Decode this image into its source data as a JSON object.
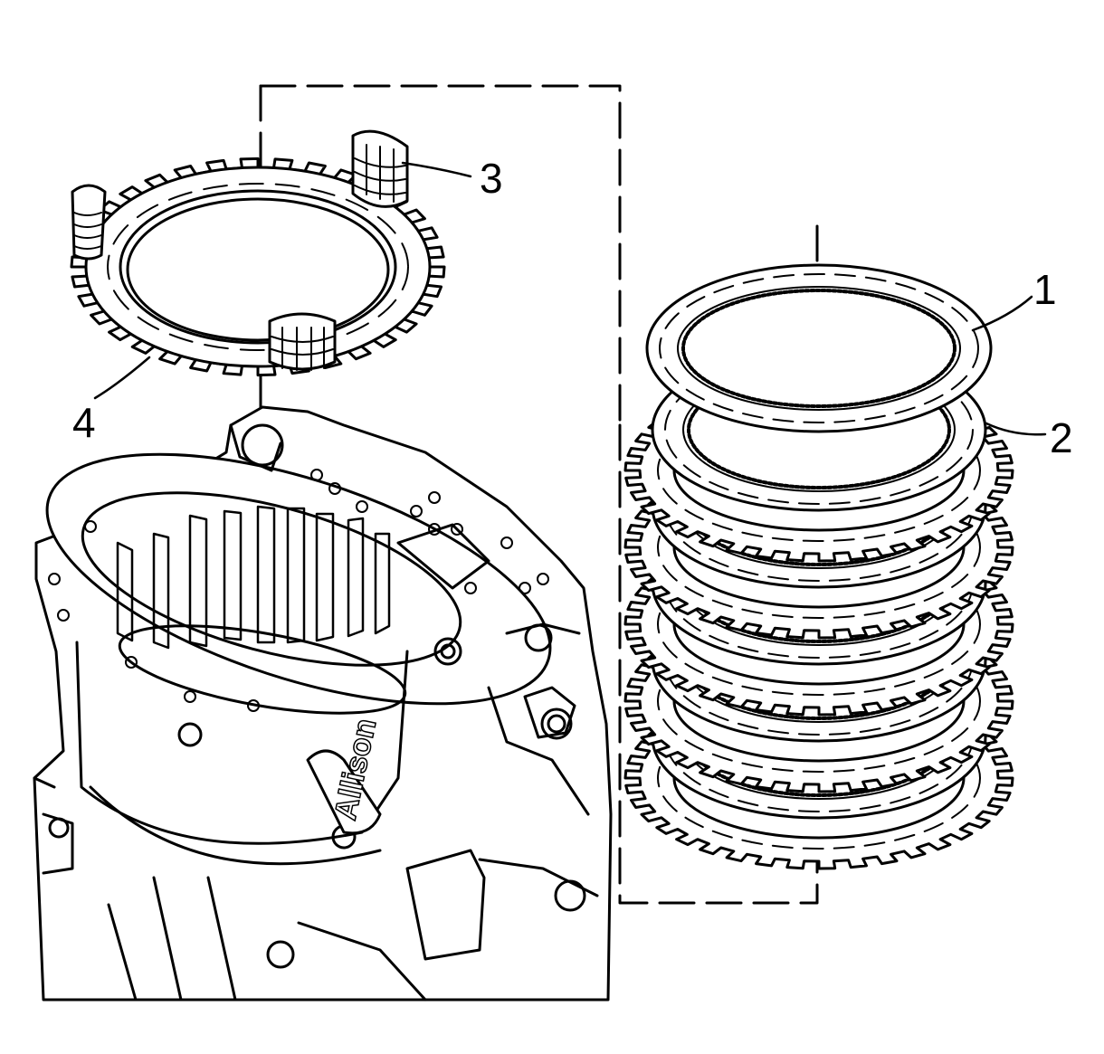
{
  "callouts": [
    {
      "id": "1",
      "label": "1"
    },
    {
      "id": "2",
      "label": "2"
    },
    {
      "id": "3",
      "label": "3"
    },
    {
      "id": "4",
      "label": "4"
    }
  ],
  "housing": {
    "cast_text": "Allison"
  },
  "colors": {
    "line": "#000000",
    "fill": "#ffffff"
  }
}
